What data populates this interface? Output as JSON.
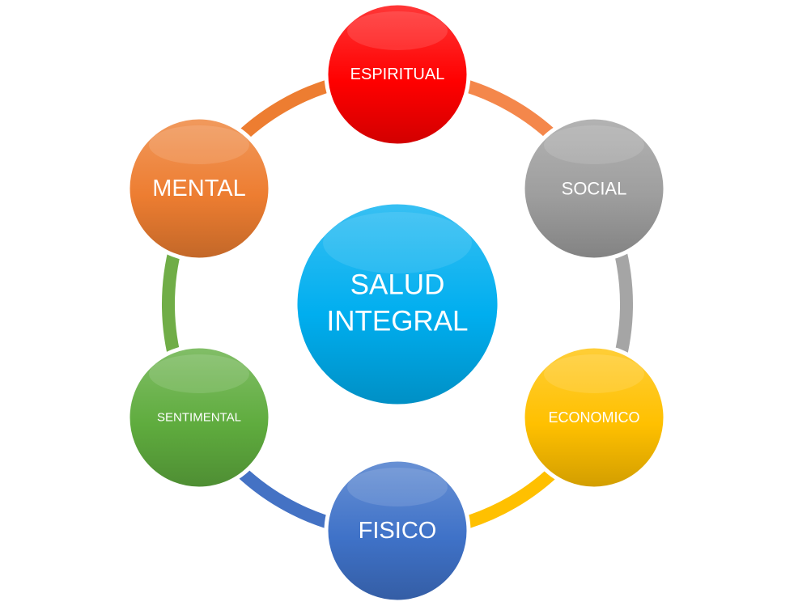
{
  "center": {
    "lines": [
      "SALUD",
      "INTEGRAL"
    ],
    "color": "#00aeef"
  },
  "nodes": [
    {
      "id": "espiritual",
      "label": "ESPIRITUAL",
      "color": "#ff0000",
      "connector_color": "#f4874b"
    },
    {
      "id": "social",
      "label": "SOCIAL",
      "color": "#9e9e9e",
      "connector_color": "#a5a5a5"
    },
    {
      "id": "economico",
      "label": "ECONOMICO",
      "color": "#ffc000",
      "connector_color": "#ffc000"
    },
    {
      "id": "fisico",
      "label": "FISICO",
      "color": "#3f72c8",
      "connector_color": "#4472c4"
    },
    {
      "id": "sentimental",
      "label": "SENTIMENTAL",
      "color": "#5fac3e",
      "connector_color": "#70ad47"
    },
    {
      "id": "mental",
      "label": "MENTAL",
      "color": "#ed7d31",
      "connector_color": "#ed7d31"
    }
  ]
}
